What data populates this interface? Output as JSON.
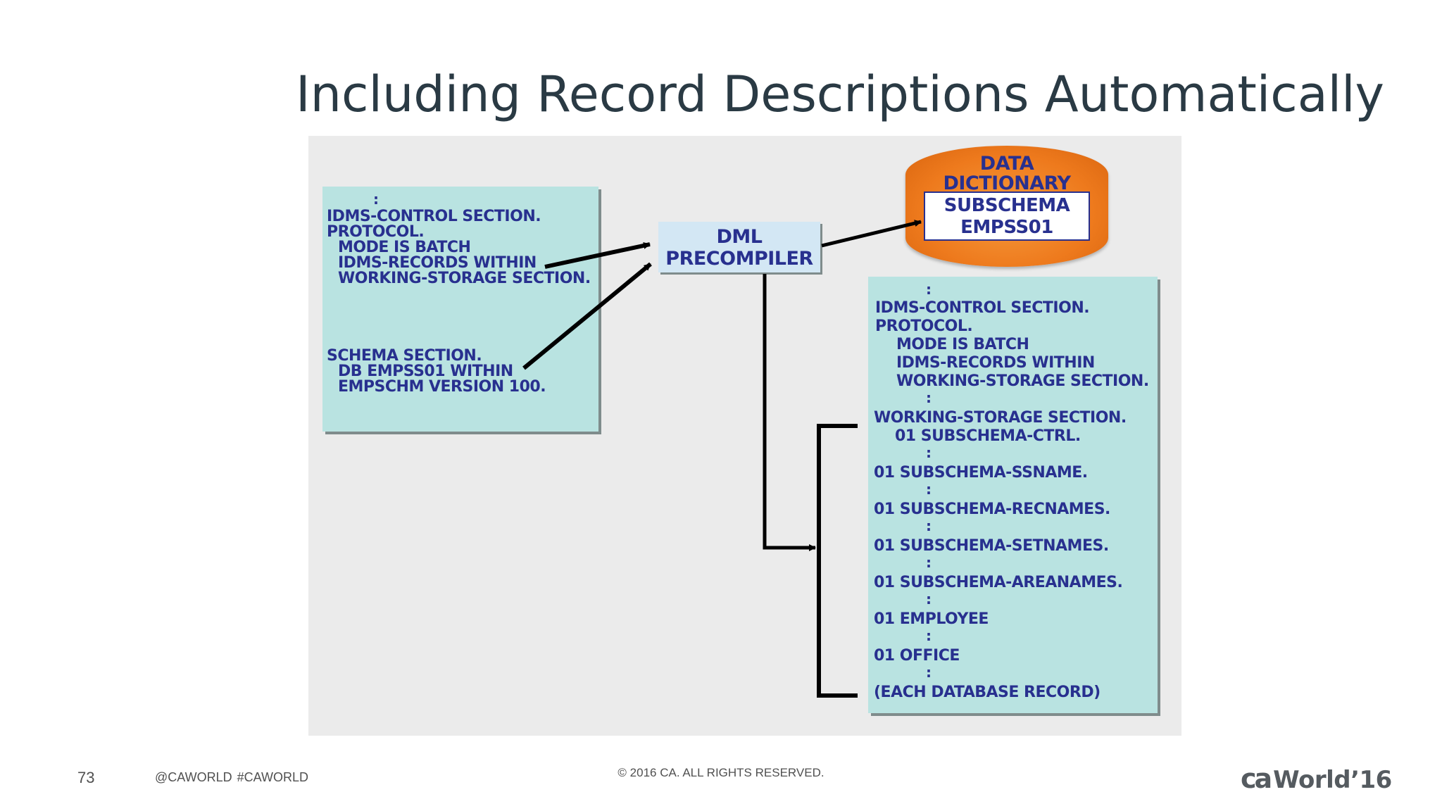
{
  "slide": {
    "title": "Including Record Descriptions Automatically",
    "page_number": "73",
    "handles": "@CAWORLD   #CAWORLD",
    "copyright": "© 2016 CA. ALL RIGHTS RESERVED.",
    "logo": {
      "mark": "ca",
      "text": "World’16"
    }
  },
  "diagram": {
    "source_box": {
      "dots": ":",
      "lines": [
        "IDMS-CONTROL SECTION.",
        "PROTOCOL.",
        "MODE IS BATCH",
        "IDMS-RECORDS WITHIN",
        "WORKING-STORAGE SECTION.",
        "SCHEMA SECTION.",
        "DB EMPSS01 WITHIN",
        "EMPSCHM VERSION 100."
      ]
    },
    "precompiler": {
      "line1": "DML",
      "line2": "PRECOMPILER"
    },
    "dictionary": {
      "title_line1": "DATA",
      "title_line2": "DICTIONARY",
      "inner_line1": "SUBSCHEMA",
      "inner_line2": "EMPSS01"
    },
    "output_box": {
      "dots": ":",
      "lines": [
        "IDMS-CONTROL SECTION.",
        "PROTOCOL.",
        "MODE IS BATCH",
        "IDMS-RECORDS WITHIN",
        "WORKING-STORAGE SECTION.",
        "WORKING-STORAGE SECTION.",
        "01 SUBSCHEMA-CTRL.",
        "01 SUBSCHEMA-SSNAME.",
        "01 SUBSCHEMA-RECNAMES.",
        "01 SUBSCHEMA-SETNAMES.",
        "01 SUBSCHEMA-AREANAMES.",
        "01 EMPLOYEE",
        "01 OFFICE",
        "(EACH DATABASE RECORD)"
      ]
    }
  }
}
